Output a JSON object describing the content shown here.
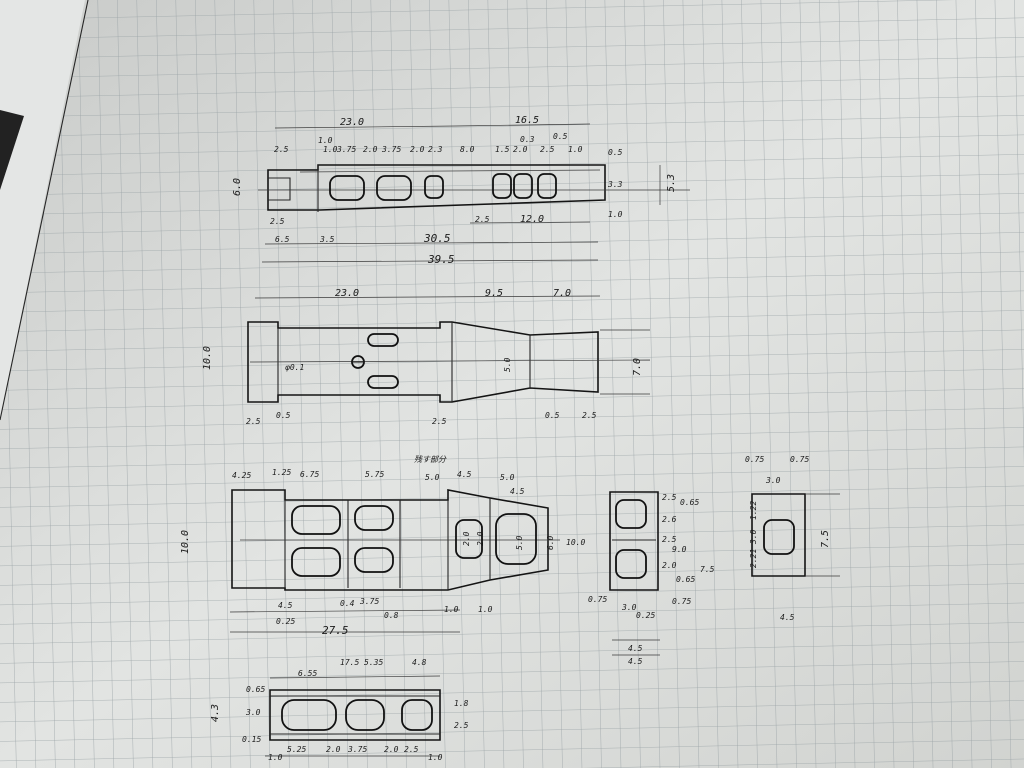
{
  "colors": {
    "paper": "#dcdedc",
    "grid": "#9aa3a6",
    "pencil": "#1e1e1e",
    "desk": "#2b2b2b"
  },
  "view1": {
    "top_total": "23.0",
    "top_right": "16.5",
    "top_a": "1.0",
    "row1": [
      "2.5",
      "1.0",
      "3.75",
      "2.0",
      "3.75",
      "2.0",
      "2.3",
      "8.0",
      "1.5",
      "2.0",
      "0.3",
      "2.5",
      "0.5",
      "1.0"
    ],
    "left_h": "6.0",
    "right_h": "5.3",
    "side_r": [
      "0.5",
      "3.3",
      "1.0"
    ],
    "bottom_a": "2.5",
    "bottom_b": "2.5",
    "bottom_c": "12.0",
    "bottom_d": "6.5",
    "bottom_e": "3.5",
    "bottom_f": "30.5",
    "overall": "39.5"
  },
  "view2": {
    "top_a": "23.0",
    "top_b": "9.5",
    "top_c": "7.0",
    "left_h": "10.0",
    "right_h": "7.0",
    "mid_h": "5.0",
    "mid_note": "φ0.1",
    "bot_a": "2.5",
    "bot_b": "0.5",
    "bot_c": "2.5",
    "bot_d": "0.5",
    "bot_e": "2.5"
  },
  "view3": {
    "top": [
      "4.25",
      "1.25",
      "6.75",
      "5.75",
      "5.0",
      "4.5",
      "5.0",
      "4.5"
    ],
    "note": "残す部分",
    "left_h": "10.0",
    "inner": [
      "2.0",
      "2.0",
      "5.0",
      "6.0",
      "10.0"
    ],
    "bot": [
      "4.5",
      "0.25",
      "0.4",
      "3.75",
      "0.8",
      "1.0",
      "1.0"
    ],
    "overall": "27.5"
  },
  "view4": {
    "right": [
      "2.5",
      "0.65",
      "2.6",
      "2.5",
      "9.0",
      "2.0",
      "0.65",
      "7.5"
    ],
    "left": "0.75",
    "bot": [
      "3.0",
      "0.75",
      "0.25",
      "4.5",
      "4.5"
    ]
  },
  "view5": {
    "top": [
      "0.75",
      "0.75",
      "3.0"
    ],
    "side": [
      "1.22",
      "3.0",
      "2.21",
      "7.5"
    ],
    "bot": "4.5"
  },
  "view6": {
    "top": [
      "17.5",
      "5.35",
      "4.8",
      "6.55"
    ],
    "left": [
      "0.65",
      "3.0",
      "0.15",
      "4.3"
    ],
    "right": [
      "1.8",
      "2.5"
    ],
    "bot": [
      "1.0",
      "5.25",
      "2.0",
      "3.75",
      "2.0",
      "2.5",
      "1.0"
    ]
  }
}
